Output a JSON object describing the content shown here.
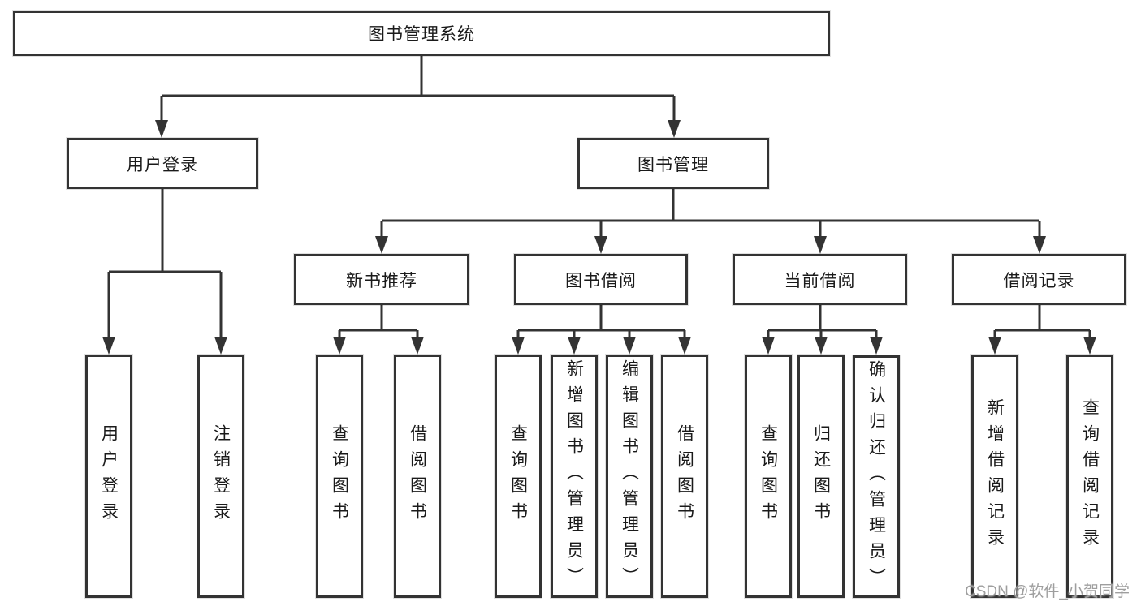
{
  "tree": {
    "label": "图书管理系统",
    "children": [
      {
        "label": "用户登录",
        "children": [
          {
            "label": "用户登录"
          },
          {
            "label": "注销登录"
          }
        ]
      },
      {
        "label": "图书管理",
        "children": [
          {
            "label": "新书推荐",
            "children": [
              {
                "label": "查询图书"
              },
              {
                "label": "借阅图书"
              }
            ]
          },
          {
            "label": "图书借阅",
            "children": [
              {
                "label": "查询图书"
              },
              {
                "label": "新增图书（管理员）"
              },
              {
                "label": "编辑图书（管理员）"
              },
              {
                "label": "借阅图书"
              }
            ]
          },
          {
            "label": "当前借阅",
            "children": [
              {
                "label": "查询图书"
              },
              {
                "label": "归还图书"
              },
              {
                "label": "确认归还（管理员）"
              }
            ]
          },
          {
            "label": "借阅记录",
            "children": [
              {
                "label": "新增借阅记录"
              },
              {
                "label": "查询借阅记录"
              }
            ]
          }
        ]
      }
    ]
  },
  "watermark": {
    "text": "CSDN @软件_小贺同学"
  },
  "colors": {
    "line": "#333333",
    "text": "#1a1a1a",
    "watermark": "#9e9e9e",
    "background": "#ffffff"
  }
}
